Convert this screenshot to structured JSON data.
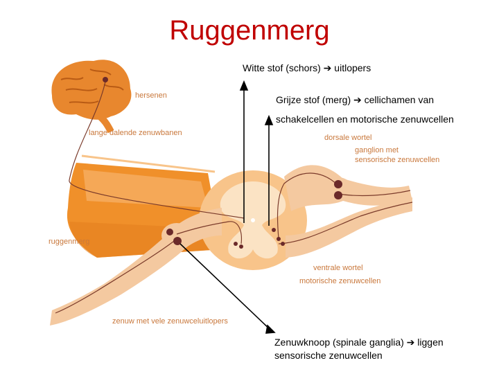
{
  "title": "Ruggenmerg",
  "notes": {
    "white_matter": "Witte stof (schors) ➔ uitlopers",
    "grey_matter_line1": "Grijze stof (merg) ➔ cellichamen van",
    "grey_matter_line2": "schakelcellen en motorische zenuwcellen",
    "ganglion_line1": "Zenuwknoop (spinale ganglia) ➔ liggen",
    "ganglion_line2": "sensorische zenuwcellen"
  },
  "diagram_labels": {
    "brain": "hersenen",
    "descending_tracts": "lange dalende zenuwbanen",
    "dorsal_root": "dorsale wortel",
    "ganglion_line1": "ganglion met",
    "ganglion_line2": "sensorische zenuwcellen",
    "spinal_cord": "ruggenmerg",
    "ventral_root": "ventrale wortel",
    "motor_neurons": "motorische zenuwcellen",
    "nerve": "zenuw met vele zenuwceluitlopers"
  },
  "colors": {
    "title": "#c00000",
    "cord_dark": "#f0902a",
    "cord_light": "#f8c48a",
    "grey_matter": "#fbe3c4",
    "nerve": "#f4c9a0",
    "brain": "#e8872e",
    "label": "#c9783c",
    "cell": "#6b2a2a"
  }
}
